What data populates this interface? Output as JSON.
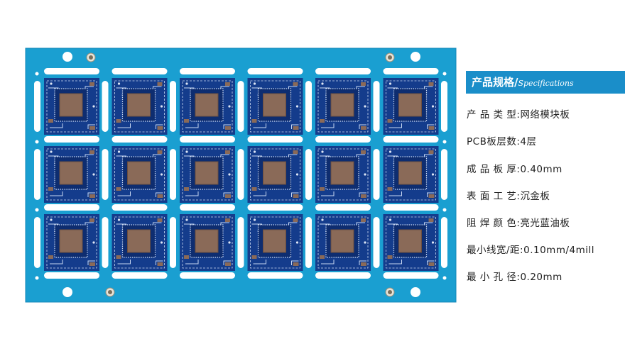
{
  "colors": {
    "board": "#1a9fd1",
    "board_edge": "#1487b8",
    "module": "#143c8c",
    "module_dark": "#0e2d70",
    "trace": "#c9d8f2",
    "pad_copper": "#8a6a58",
    "pad_copper_dark": "#6b4e40",
    "header_bg": "#1a8ec9"
  },
  "panel": {
    "rows": 3,
    "columns": 6
  },
  "specs": {
    "header_cn": "产品规格/",
    "header_en": "Specifications",
    "rows": [
      {
        "label": "产 品 类 型:",
        "value": "网络模块板"
      },
      {
        "label": "PCB板层数:",
        "value": "4层"
      },
      {
        "label": "成 品 板 厚:",
        "value": "0.40mm"
      },
      {
        "label": "表 面 工 艺:",
        "value": "沉金板"
      },
      {
        "label": "阻 焊 颜 色:",
        "value": "亮光蓝油板"
      },
      {
        "label": "最小线宽/距:",
        "value": "0.10mm/4mill"
      },
      {
        "label": "最 小 孔 径:",
        "value": "0.20mm"
      }
    ]
  }
}
